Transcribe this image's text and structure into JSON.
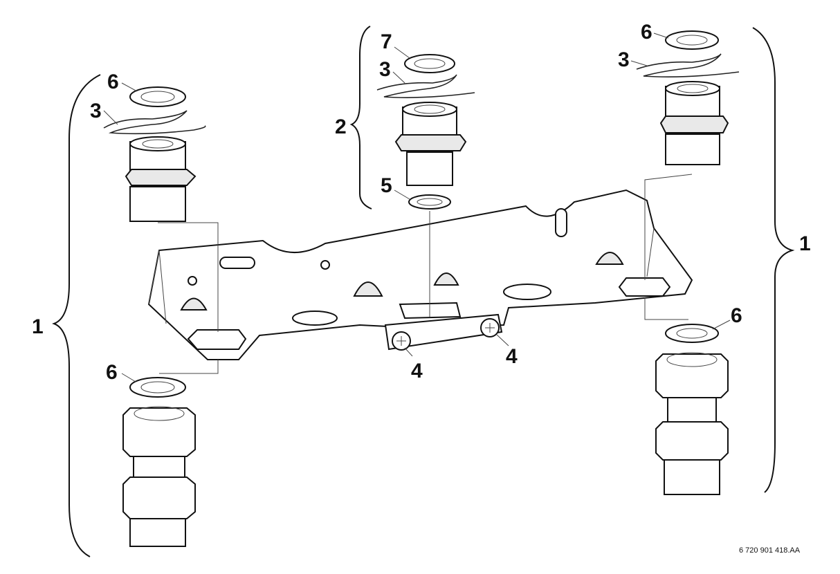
{
  "colors": {
    "ink": "#111111",
    "paper": "#ffffff",
    "shade": "#e9e9e9"
  },
  "callouts": {
    "group_left": "1",
    "group_right": "1",
    "group_center": "2",
    "clip_left": "3",
    "clip_center": "3",
    "clip_right": "3",
    "screw_left": "4",
    "screw_right": "4",
    "seal_center_bottom": "5",
    "seal_left_top": "6",
    "seal_left_bottom": "6",
    "seal_right_top": "6",
    "seal_right_bottom": "6",
    "seal_center_top": "7"
  },
  "document_id": "6 720 901 418.AA"
}
